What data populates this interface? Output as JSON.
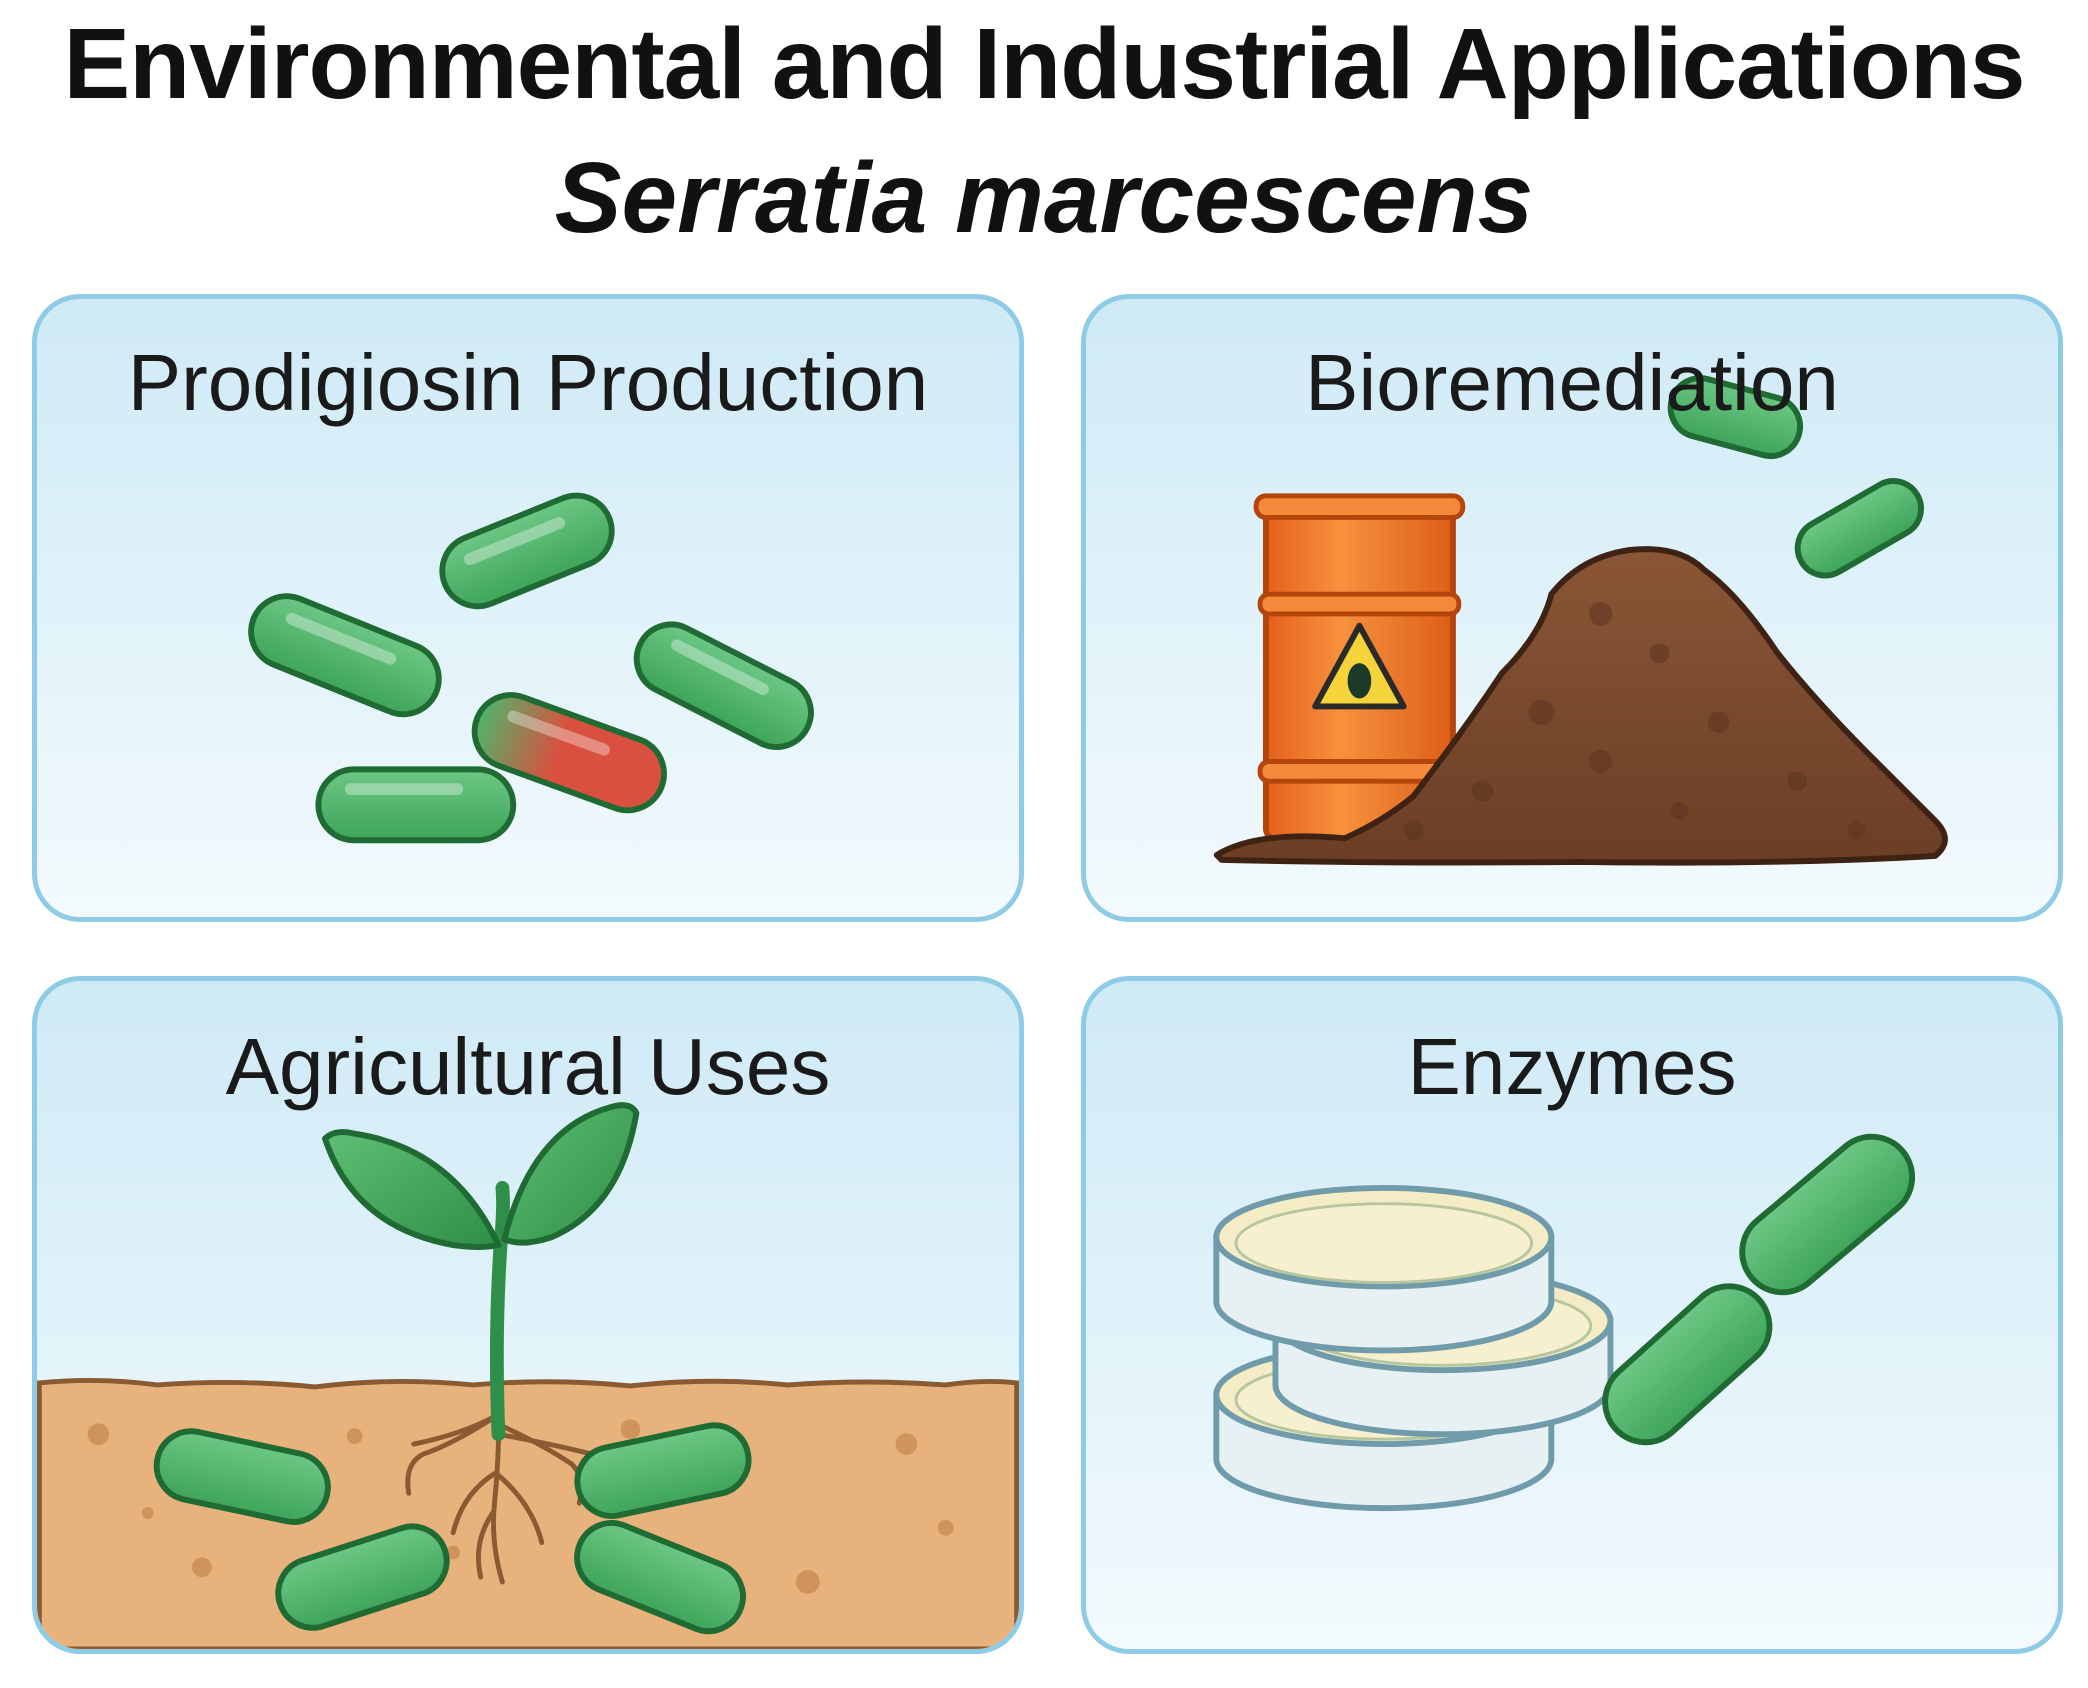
{
  "header": {
    "title": "Environmental and Industrial Applications",
    "subtitle": "Serratia marcescens"
  },
  "panels": [
    {
      "title": "Prodigiosin Production",
      "icon": "bacteria-cluster-icon"
    },
    {
      "title": "Bioremediation",
      "icon": "hazard-barrel-soil-icon"
    },
    {
      "title": "Agricultural Uses",
      "icon": "seedling-soil-icon"
    },
    {
      "title": "Enzymes",
      "icon": "petri-dish-stack-icon"
    }
  ],
  "colors": {
    "panel_border": "#8ecbe6",
    "panel_fill": "#d8eef8",
    "bacteria_fill": "#4fb56a",
    "bacteria_outline": "#1f6b33",
    "prodigiosin_red": "#d9503f",
    "barrel_orange": "#f07a2a",
    "soil_brown": "#7b4a2f",
    "ground_tan": "#e8b27c",
    "petri_fill": "#f4ecc4"
  }
}
